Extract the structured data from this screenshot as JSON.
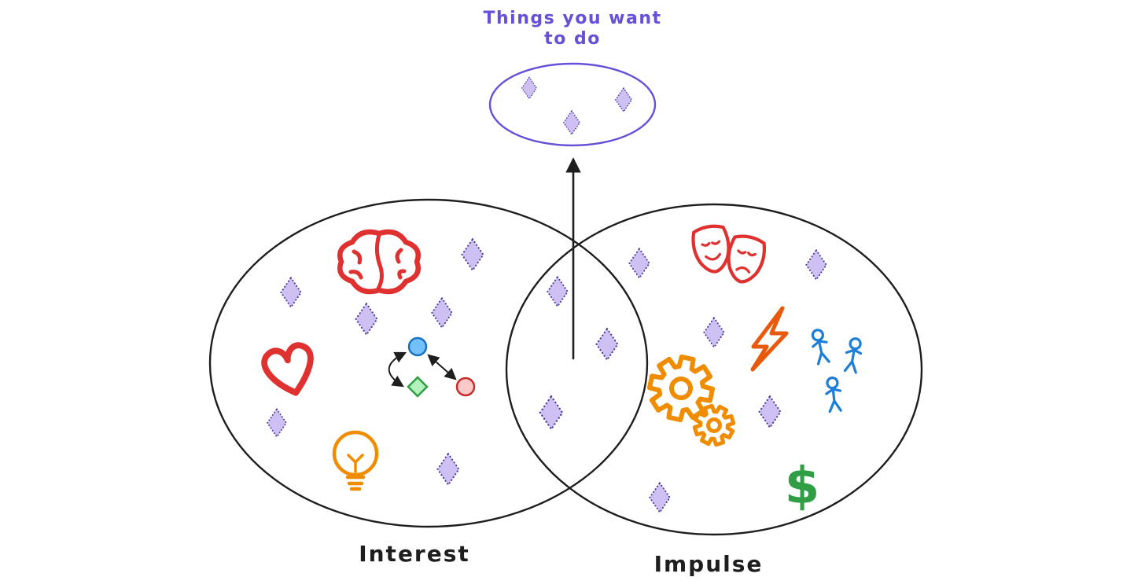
{
  "diagram": {
    "top_label": {
      "line1": "Things you want",
      "line2": "to do"
    },
    "set_labels": {
      "left": "Interest",
      "right": "Impulse"
    },
    "dollar_symbol": "$",
    "colors": {
      "purple": "#6750d8",
      "diamond_fill": "#cfc0f3",
      "diamond_stroke": "#4c3b9a",
      "red": "#e03131",
      "orange": "#f08c00",
      "orange_deep": "#e8590c",
      "green": "#2f9e44",
      "blue": "#1c7ed6",
      "ink": "#1e1e1e",
      "node_blue_fill": "#74c0fc",
      "node_green_fill": "#b2f2bb",
      "node_pink_fill": "#ffc9c9"
    },
    "icons": {
      "interest": [
        "brain-icon",
        "heart-icon",
        "lightbulb-icon",
        "network-icon"
      ],
      "impulse": [
        "theater-masks-icon",
        "lightning-icon",
        "gears-icon",
        "dancing-figures-icon",
        "dollar-icon"
      ],
      "shared": [
        "diamond-icon"
      ]
    },
    "diamond_counts": {
      "top_ellipse": 3,
      "interest_only": 6,
      "intersection": 3,
      "impulse_only": 5
    }
  }
}
